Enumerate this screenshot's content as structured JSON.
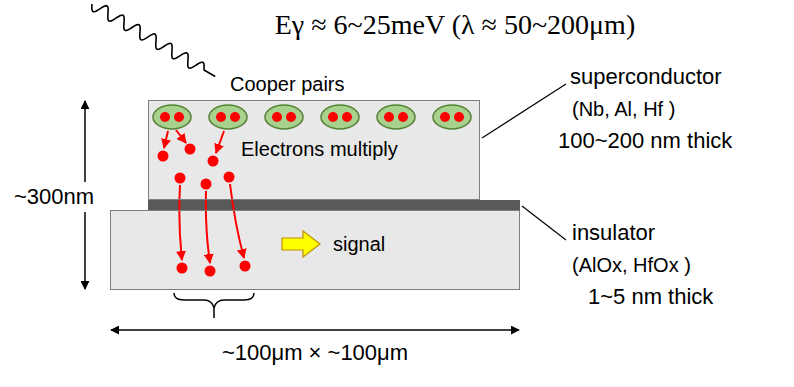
{
  "diagram": {
    "nodes": [
      {
        "text": [
          "Electrons multiply"
        ]
      },
      {
        "text": [
          "signal"
        ]
      }
    ],
    "labels": [
      "Eγ ≈ 6~25meV (λ ≈ 50~200μm)",
      "Cooper pairs",
      "superconductor",
      "(Nb, Al, Hf )",
      "100~200 nm thick",
      "insulator",
      "(AlOx, HfOx )",
      "1~5 nm thick",
      "~300nm",
      "~100μm × ~100μm"
    ]
  }
}
